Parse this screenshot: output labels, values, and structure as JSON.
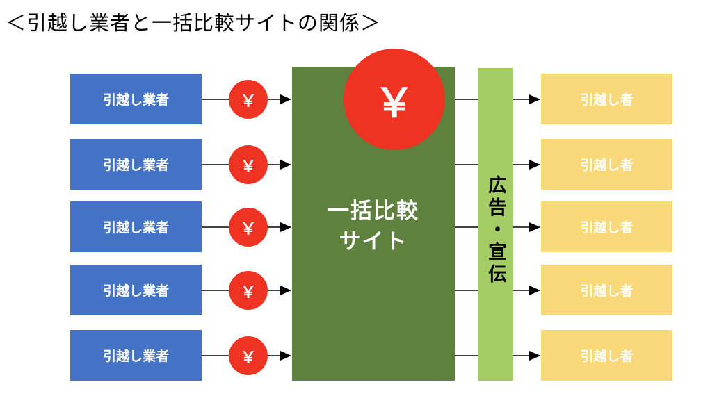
{
  "title": "＜引越し業者と一括比較サイトの関係＞",
  "movers": [
    "引越し業者",
    "引越し業者",
    "引越し業者",
    "引越し業者",
    "引越し業者"
  ],
  "customers": [
    "引越し者",
    "引越し者",
    "引越し者",
    "引越し者",
    "引越し者"
  ],
  "site": {
    "label_line1": "一括比較",
    "label_line2": "サイト"
  },
  "advertising": "広告・宣伝",
  "yen_symbol": "￥",
  "colors": {
    "mover_box": "#4472c4",
    "customer_box": "#f8d879",
    "site_box": "#5e813d",
    "ad_bar": "#a3cc65",
    "yen_circle": "#ee3323"
  }
}
